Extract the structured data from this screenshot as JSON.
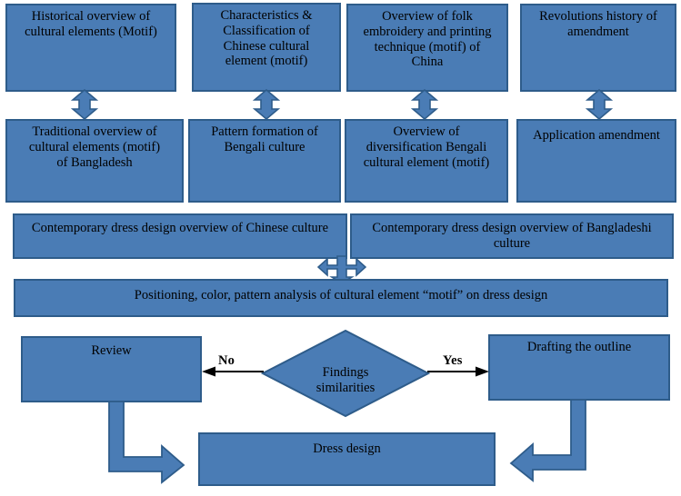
{
  "diagram": {
    "title": "Research framework flowchart for cultural motif dress design",
    "colors": {
      "node_fill": "#4a7cb5",
      "node_border": "#2e5c8a",
      "arrow_fill": "#4a7cb5",
      "arrow_border": "#2e5c8a",
      "line_arrow": "#000000",
      "background": "#ffffff",
      "text": "#000000"
    },
    "nodes": {
      "historical_overview": "Historical overview of\ncultural elements (Motif)",
      "characteristics_classification": "Characteristics &\nClassification of\nChinese cultural\nelement (motif)",
      "folk_embroidery": "Overview of folk\nembroidery and printing\ntechnique (motif) of\nChina",
      "revolutions_history": "Revolutions history of\namendment",
      "traditional_overview": "Traditional overview of\ncultural elements (motif)\nof Bangladesh",
      "pattern_formation": "Pattern formation of\nBengali culture",
      "diversification_bengali": "Overview of\ndiversification Bengali\ncultural element (motif)",
      "application_amendment": "Application amendment",
      "contemporary_chinese": "Contemporary dress design overview of Chinese culture",
      "contemporary_bangladeshi": "Contemporary dress design overview of Bangladeshi\nculture",
      "positioning_analysis": "Positioning, color, pattern analysis of cultural element “motif” on dress design",
      "review": "Review",
      "drafting_outline": "Drafting the outline",
      "dress_design": "Dress design"
    },
    "decision": {
      "label": "Findings\nsimilarities",
      "no_label": "No",
      "yes_label": "Yes"
    },
    "connectors": {
      "double_arrow_1": "double-headed-vertical-arrow",
      "double_arrow_2": "double-headed-vertical-arrow",
      "double_arrow_3": "double-headed-vertical-arrow",
      "double_arrow_4": "double-headed-vertical-arrow",
      "tee_arrow": "tee-junction-arrow",
      "elbow_left": "elbow-arrow-right",
      "elbow_right": "elbow-arrow-left",
      "no_arrow": "line-arrow-left",
      "yes_arrow": "line-arrow-right"
    }
  }
}
